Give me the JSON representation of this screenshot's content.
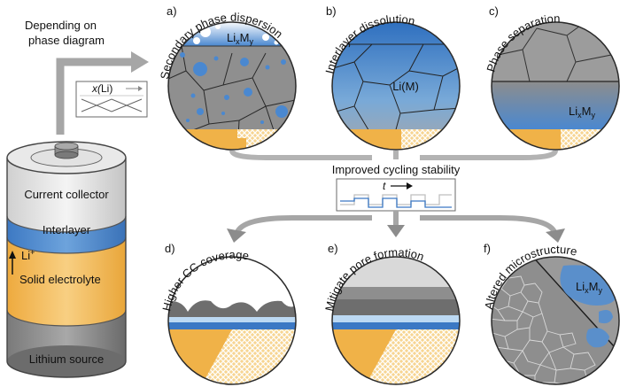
{
  "top_label": {
    "line1": "Depending on",
    "line2": "phase diagram"
  },
  "composition_axis": {
    "symbol": "x(",
    "species": "Li",
    "close": ")"
  },
  "panels": {
    "a": {
      "letter": "a)",
      "title": "Secondary phase dispersion",
      "inner_main": "Li",
      "inner_sub1": "x",
      "inner_mid": "M",
      "inner_sub2": "y"
    },
    "b": {
      "letter": "b)",
      "title": "Interlayer dissolution",
      "inner": "Li(M)"
    },
    "c": {
      "letter": "c)",
      "title": "Phase separation",
      "inner_main": "Li",
      "inner_sub1": "x",
      "inner_mid": "M",
      "inner_sub2": "y"
    },
    "d": {
      "letter": "d)",
      "title": "Higher CC coverage"
    },
    "e": {
      "letter": "e)",
      "title": "Mitigate pore formation"
    },
    "f": {
      "letter": "f)",
      "title": "Altered microstructure",
      "inner_main": "Li",
      "inner_sub1": "x",
      "inner_mid": "M",
      "inner_sub2": "y"
    }
  },
  "center_label": "Improved cycling stability",
  "time_symbol": "t",
  "cell_layers": {
    "collector": "Current collector",
    "interlayer": "Interlayer",
    "ion": "Li",
    "ion_sup": "+",
    "electrolyte": "Solid electrolyte",
    "source": "Lithium source"
  },
  "colors": {
    "blue": "#3b78c4",
    "light_blue": "#9cc6ec",
    "orange": "#f0b248",
    "gray": "#8e8e8e",
    "dark_gray": "#6a6a6a",
    "light_gray": "#d9d9d9",
    "arrow_gray": "#a6a6a6"
  }
}
